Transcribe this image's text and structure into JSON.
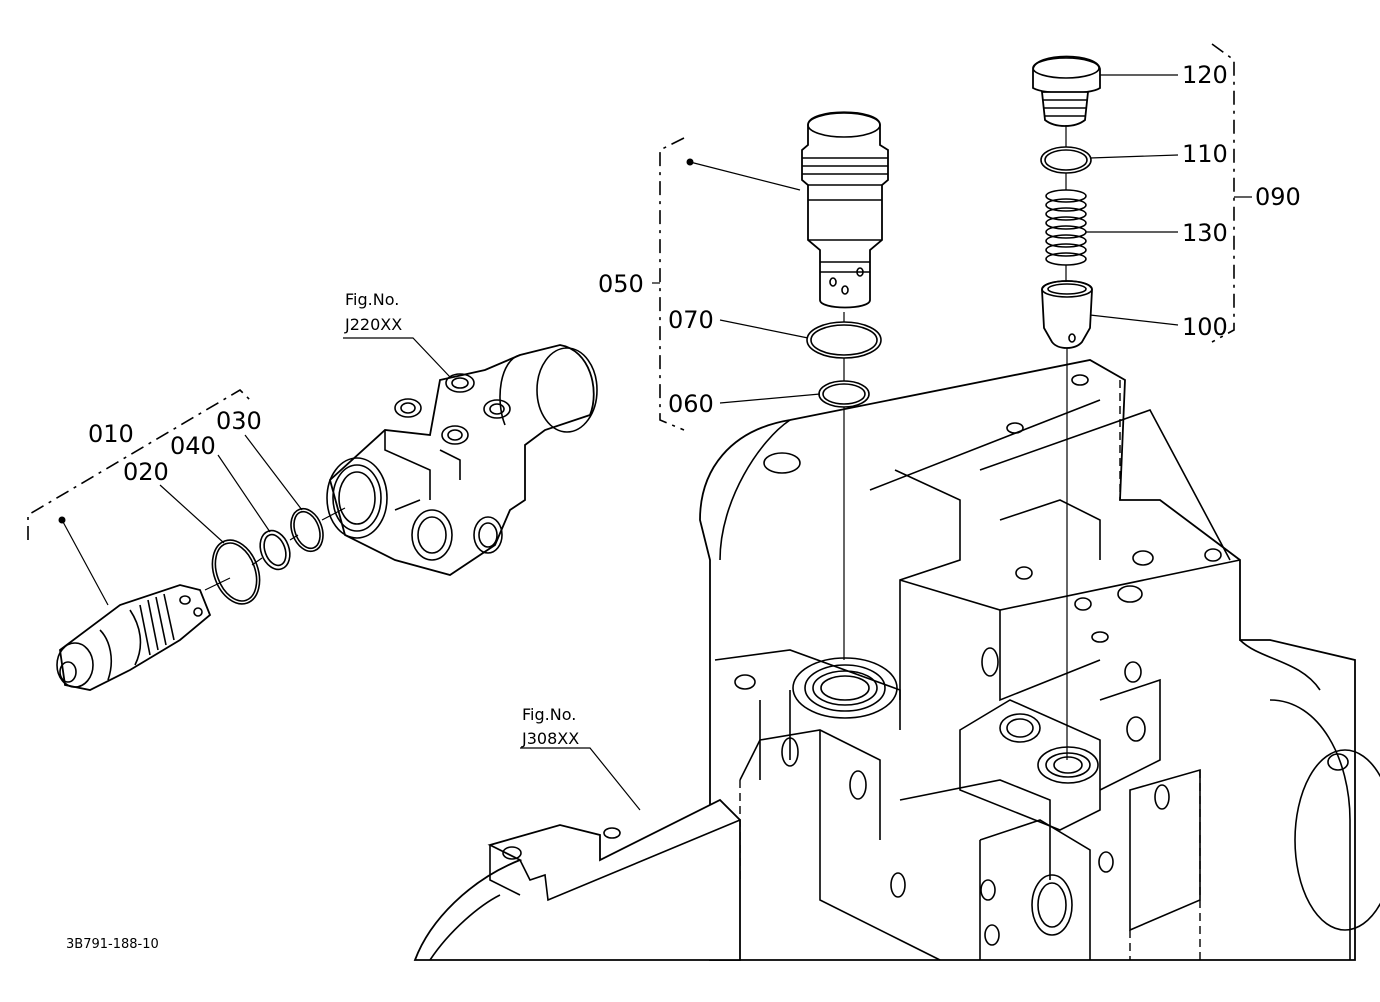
{
  "diagram_code": "3B791-188-10",
  "callouts": {
    "p010": "010",
    "p020": "020",
    "p030": "030",
    "p040": "040",
    "p050": "050",
    "p060": "060",
    "p070": "070",
    "p090": "090",
    "p100": "100",
    "p110": "110",
    "p120": "120",
    "p130": "130"
  },
  "fig_refs": {
    "upper": {
      "label": "Fig.No.",
      "number": "J220XX"
    },
    "lower": {
      "label": "Fig.No.",
      "number": "J308XX"
    }
  }
}
